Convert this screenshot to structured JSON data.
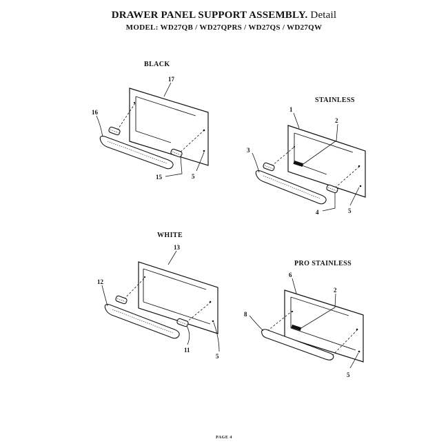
{
  "header": {
    "title": "DRAWER PANEL SUPPORT ASSEMBLY.",
    "title_suffix": "Detail",
    "model_line": "MODEL: WD27QB / WD27QPRS / WD27QS / WD27QW"
  },
  "sections": {
    "black": {
      "label": "BLACK",
      "callouts": {
        "panel": "17",
        "handle": "16",
        "cap": "15",
        "screw": "5"
      }
    },
    "stainless": {
      "label": "STAINLESS",
      "callouts": {
        "panel": "1",
        "badge": "2",
        "handle": "3",
        "cap": "4",
        "screw": "5"
      }
    },
    "white": {
      "label": "WHITE",
      "callouts": {
        "panel": "13",
        "handle": "12",
        "cap": "11",
        "screw": "5"
      }
    },
    "pro_stainless": {
      "label": "PRO STAINLESS",
      "callouts": {
        "panel": "6",
        "badge": "2",
        "handle": "8",
        "screw": "5"
      }
    }
  },
  "footer": {
    "page": "PAGE 4"
  }
}
